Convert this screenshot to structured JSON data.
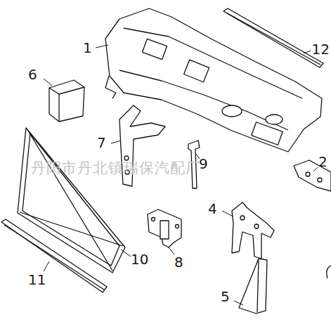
{
  "diagram": {
    "labels": [
      "丹阳市丹北镇瑞保汽配厂",
      "1",
      "12",
      "6",
      "7",
      "9",
      "2",
      "4",
      "8",
      "10",
      "11",
      "5"
    ]
  }
}
